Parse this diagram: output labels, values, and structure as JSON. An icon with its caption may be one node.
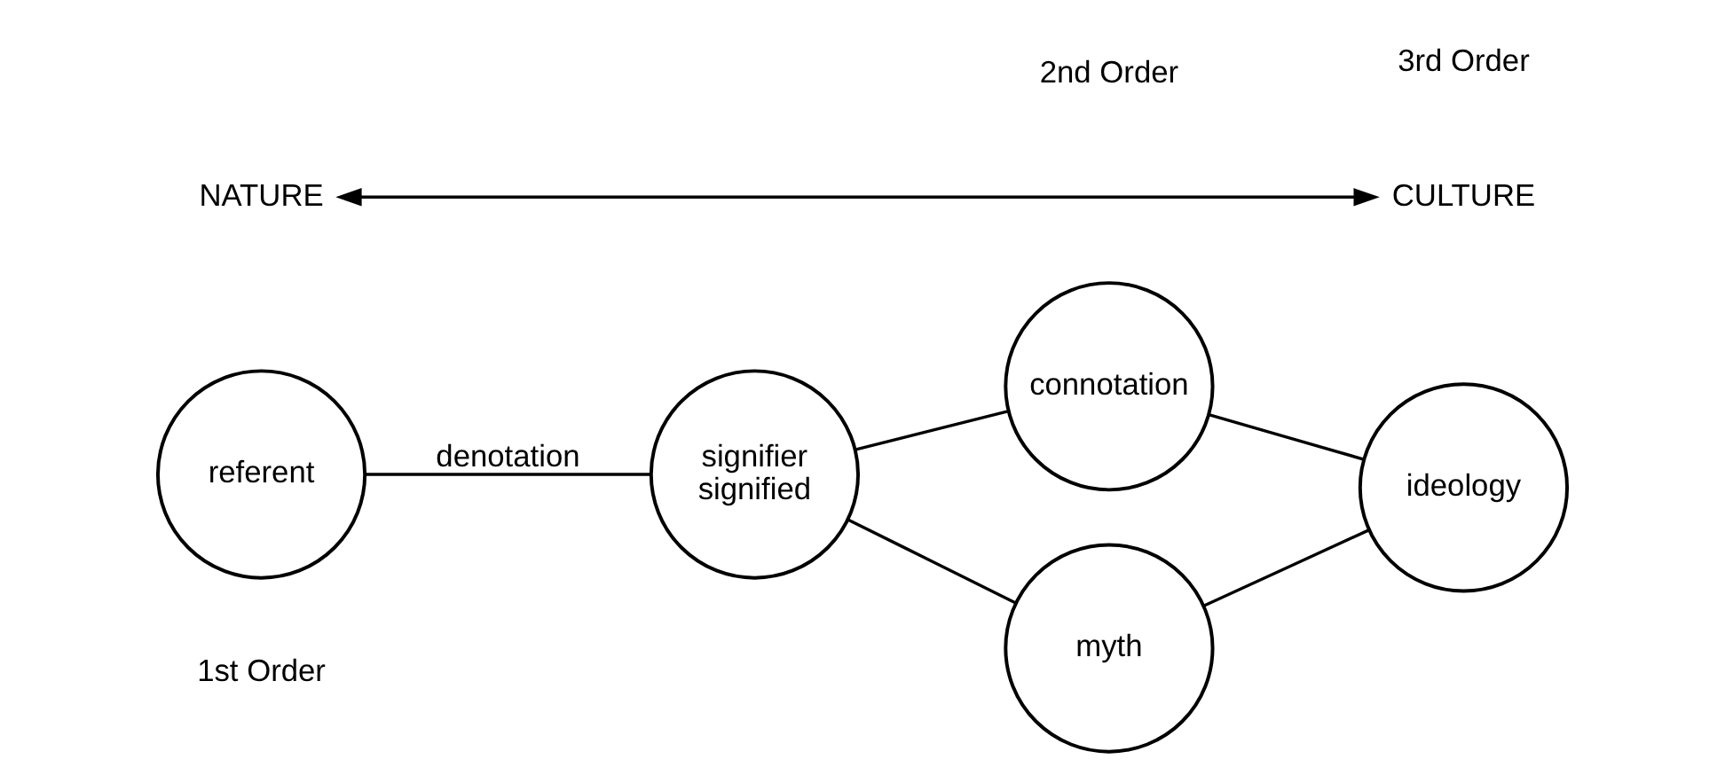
{
  "diagram": {
    "nodes": [
      {
        "text": [
          "referent"
        ]
      },
      {
        "text": [
          "signifier",
          "signified"
        ]
      },
      {
        "text": [
          "connotation"
        ]
      },
      {
        "text": [
          "myth"
        ]
      },
      {
        "text": [
          "ideology"
        ]
      },
      {
        "text": [
          "NATURE"
        ]
      },
      {
        "text": [
          "CULTURE"
        ]
      }
    ],
    "edges": [
      {
        "from": 0,
        "to": 1,
        "arrow": "none",
        "label": "denotation"
      },
      {
        "from": 1,
        "to": 2,
        "arrow": "none"
      },
      {
        "from": 1,
        "to": 3,
        "arrow": "none"
      },
      {
        "from": 2,
        "to": 4,
        "arrow": "none"
      },
      {
        "from": 3,
        "to": 4,
        "arrow": "none"
      },
      {
        "from": 5,
        "to": 6,
        "arrow": "both"
      }
    ],
    "labels": [
      "1st Order",
      "2nd Order",
      "3rd Order"
    ]
  }
}
